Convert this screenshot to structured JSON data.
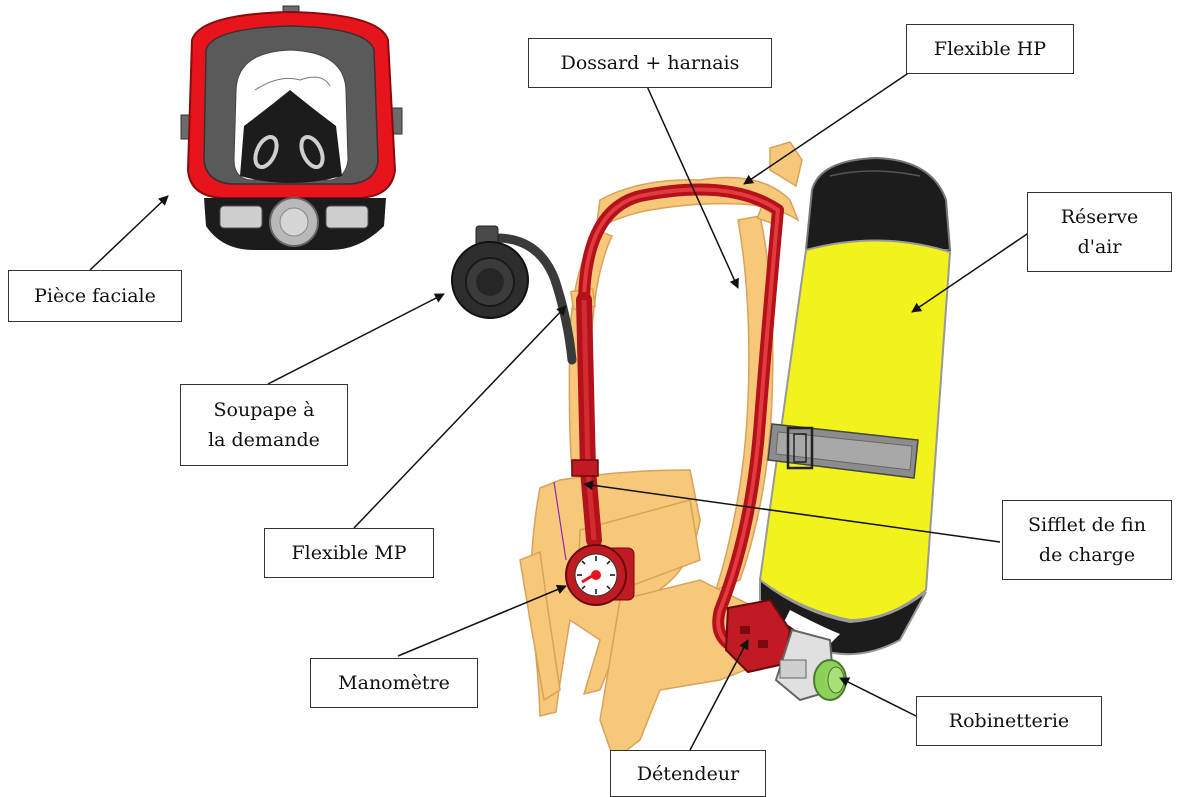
{
  "labels": {
    "piece_faciale": "Pièce faciale",
    "dossard_harnais": "Dossard + harnais",
    "flexible_hp": "Flexible HP",
    "reserve_air_line1": "Réserve",
    "reserve_air_line2": "d'air",
    "soupape_line1": "Soupape à",
    "soupape_line2": "la demande",
    "flexible_mp": "Flexible MP",
    "sifflet_line1": "Sifflet de fin",
    "sifflet_line2": "de charge",
    "manometre": "Manomètre",
    "robinetterie": "Robinetterie",
    "detendeur": "Détendeur"
  },
  "colors": {
    "mask_frame": "#e8141b",
    "mask_lens": "#5a5a5a",
    "harness": "#f7c77a",
    "harness_outline": "#d9a25a",
    "hose_red": "#b3121a",
    "cylinder_yellow": "#f2f21c",
    "cylinder_black": "#1c1c1c",
    "valve_green": "#8ed15a",
    "strap_grey": "#8c8c8c"
  }
}
